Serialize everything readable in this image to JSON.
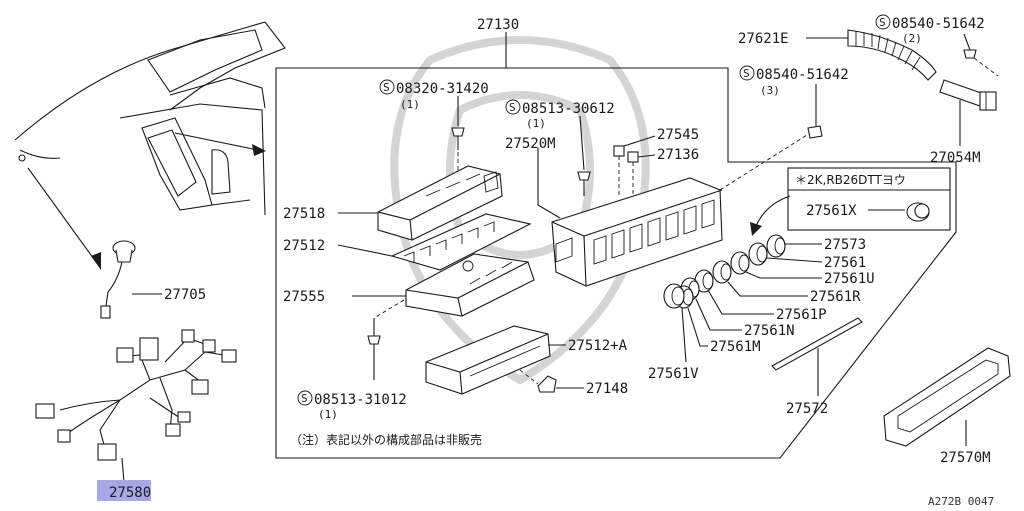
{
  "diagram": {
    "note": "（注）表記以外の構成部品は非販売",
    "reference_code": "A272B 0047",
    "variant_note": "＊2K,RB26DTTヨウ",
    "highlighted_part": "27580",
    "labels": {
      "p27130": "27130",
      "s08320": "08320-31420",
      "s08320_qty": "(1)",
      "s08513a": "08513-30612",
      "s08513a_qty": "(1)",
      "p27520m": "27520M",
      "p27545": "27545",
      "p27136": "27136",
      "p27518": "27518",
      "p27512": "27512",
      "p27555": "27555",
      "p27512a": "27512+A",
      "p27148": "27148",
      "s08513b": "08513-31012",
      "s08513b_qty": "(1)",
      "p27621e": "27621E",
      "s08540a": "08540-51642",
      "s08540a_qty": "(2)",
      "s08540b": "08540-51642",
      "s08540b_qty": "(3)",
      "p27054m": "27054M",
      "p27561x": "27561X",
      "p27573": "27573",
      "p27561": "27561",
      "p27561u": "27561U",
      "p27561r": "27561R",
      "p27561p": "27561P",
      "p27561n": "27561N",
      "p27561m": "27561M",
      "p27561v": "27561V",
      "p27572": "27572",
      "p27570m": "27570M",
      "p27705": "27705",
      "p27580": "27580"
    },
    "symbols": {
      "standard_part_mark": "S"
    }
  }
}
